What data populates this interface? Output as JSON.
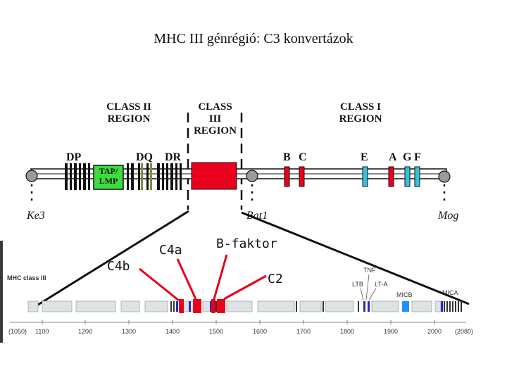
{
  "title": "MHC III génrégió: C3 konvertázok",
  "regions": {
    "class2": "CLASS II\nREGION",
    "class3": "CLASS\nIII\nREGION",
    "class1": "CLASS I\nREGION"
  },
  "genes": {
    "dp": "DP",
    "dq": "DQ",
    "dr": "DR",
    "tap": "TAP/\nLMP",
    "b": "B",
    "c": "C",
    "e": "E",
    "a": "A",
    "g": "G",
    "f": "F"
  },
  "markers": {
    "ke3": "Ke3",
    "bat1": "Bat1",
    "mog": "Mog"
  },
  "callouts": {
    "c4b": "C4b",
    "c4a": "C4a",
    "bfactor": "B-faktor",
    "c2": "C2"
  },
  "detail": {
    "label": "MHC class III",
    "tnf": "TNF",
    "ltb": "LTB",
    "lta": "LT-A",
    "micb": "MICB",
    "mica": "MICA",
    "ticks": [
      "(1050)",
      "1100",
      "1200",
      "1300",
      "1400",
      "1500",
      "1600",
      "1700",
      "1800",
      "1900",
      "2000",
      "(2080)"
    ]
  },
  "colors": {
    "red": "#e8001c",
    "tap_green": "#3ddc3d",
    "cyan": "#35c3d8",
    "blue": "#2a2ac8",
    "micb_blue": "#1e90ff"
  }
}
